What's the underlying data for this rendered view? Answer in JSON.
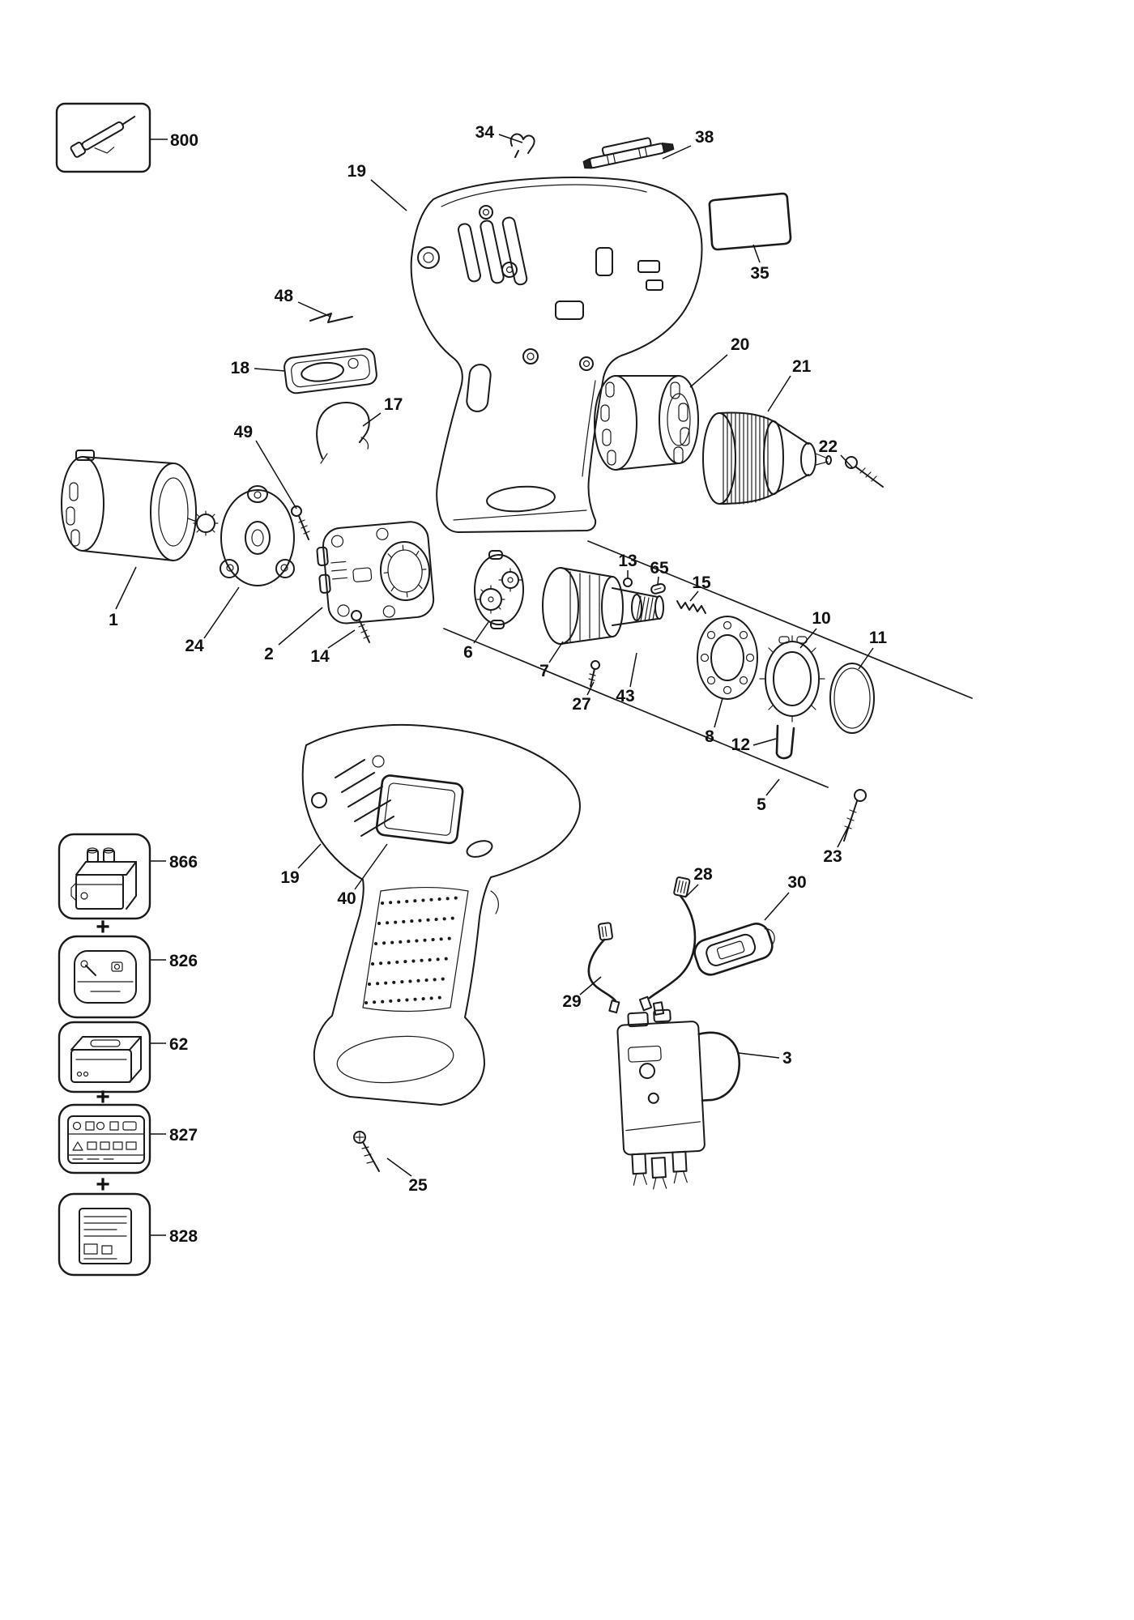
{
  "diagram": {
    "type": "exploded-parts-diagram",
    "subject": "cordless drill / driver exploded view",
    "background": "#ffffff",
    "line_color": "#1a1a1a",
    "label_color": "#111111"
  },
  "labels": {
    "1": "1",
    "2": "2",
    "3": "3",
    "5": "5",
    "6": "6",
    "7": "7",
    "8": "8",
    "10": "10",
    "11": "11",
    "12": "12",
    "13": "13",
    "14": "14",
    "15": "15",
    "17": "17",
    "18": "18",
    "19": "19",
    "20": "20",
    "21": "21",
    "22": "22",
    "23": "23",
    "24": "24",
    "25": "25",
    "27": "27",
    "28": "28",
    "29": "29",
    "30": "30",
    "34": "34",
    "35": "35",
    "38": "38",
    "40": "40",
    "43": "43",
    "48": "48",
    "49": "49",
    "62": "62",
    "65": "65",
    "800": "800",
    "826": "826",
    "827": "827",
    "828": "828",
    "866": "866",
    "plus": "+"
  },
  "part_numbers": [
    "1",
    "2",
    "3",
    "5",
    "6",
    "7",
    "8",
    "10",
    "11",
    "12",
    "13",
    "14",
    "15",
    "17",
    "18",
    "19",
    "20",
    "21",
    "22",
    "23",
    "24",
    "25",
    "27",
    "28",
    "29",
    "30",
    "34",
    "35",
    "38",
    "40",
    "43",
    "48",
    "49",
    "62",
    "65",
    "800",
    "826",
    "827",
    "828",
    "866"
  ]
}
